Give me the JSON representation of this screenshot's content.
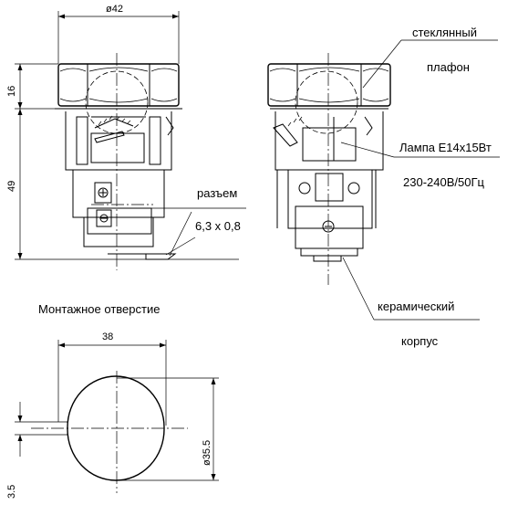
{
  "labels": {
    "glass_1": "стеклянный",
    "glass_2": "плафон",
    "lamp": "Лампа E14x15Вт",
    "voltage": "230-240В/50Гц",
    "connector": "разъем",
    "connector_size": "6,3 x 0,8",
    "mounting_hole": "Монтажное отверстие",
    "ceramic_1": "керамический",
    "ceramic_2": "корпус"
  },
  "dimensions": {
    "top_diameter": "ø42",
    "height_cap": "16",
    "height_body": "49",
    "hole_width": "38",
    "hole_diameter": "ø35.5",
    "hole_flat": "3.5"
  }
}
